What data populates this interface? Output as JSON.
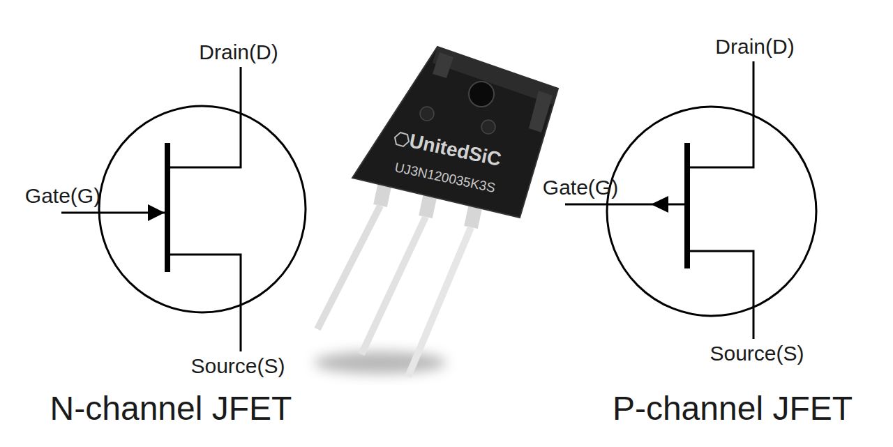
{
  "diagram": {
    "labels": [
      "Drain(D)",
      "Gate(G)",
      "Source(S)",
      "N-channel JFET",
      "UnitedSiC",
      "UJ3N120035K3S",
      "Drain(D)",
      "Gate(G)",
      "Source(S)",
      "P-channel JFET"
    ]
  }
}
